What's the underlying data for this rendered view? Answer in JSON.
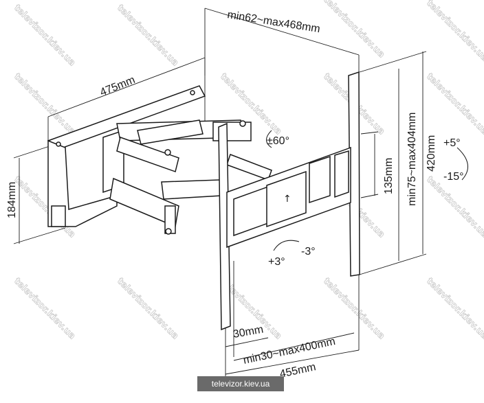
{
  "watermark_text": "televizor.kiev.ua",
  "footer_label": "televizor.kiev.ua",
  "dimensions": {
    "arm_extension": "min62~max468mm",
    "wall_plate_width": "475mm",
    "wall_plate_height": "184mm",
    "swivel": "±60°",
    "tilt_up": "+5°",
    "tilt_down": "-15°",
    "vertical_hole_spacing": "135mm",
    "vesa_height": "min75~max404mm",
    "total_height": "420mm",
    "rotation_plus": "+3°",
    "rotation_minus": "-3°",
    "min_spacing": "30mm",
    "vesa_width": "min30~max400mm",
    "total_width": "455mm"
  },
  "colors": {
    "line": "#1a1a1a",
    "watermark": "#c8c8c8",
    "footer_bg": "#6a6a6a"
  }
}
